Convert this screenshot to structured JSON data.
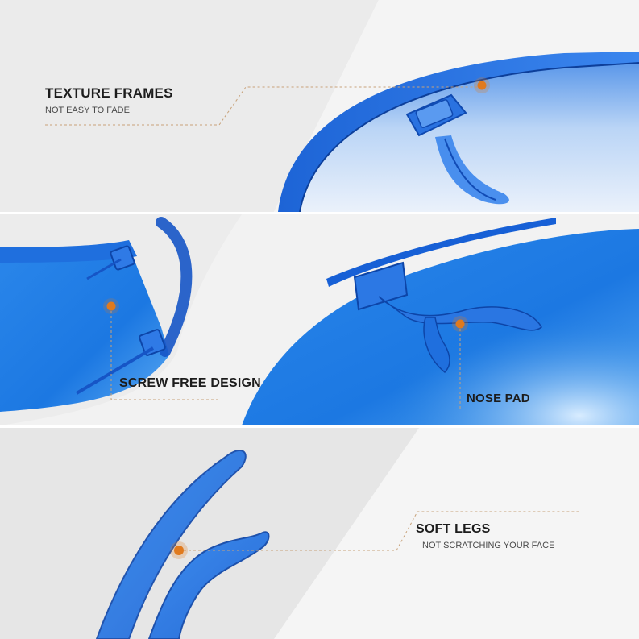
{
  "features": [
    {
      "title": "TEXTURE FRAMES",
      "subtitle": "NOT EASY TO FADE",
      "icon": "frame-hinge-icon"
    },
    {
      "title": "SCREW FREE DESIGN",
      "icon": "hinge-clip-icon"
    },
    {
      "title": "NOSE PAD",
      "icon": "nose-pad-icon"
    },
    {
      "title": "SOFT LEGS",
      "subtitle": "NOT SCRATCHING YOUR FACE",
      "icon": "temple-arm-icon"
    }
  ],
  "colors": {
    "lens_blue": "#1e7fe0",
    "frame_blue": "#1559c8",
    "accent_orange": "#e07a1e",
    "panel_gray": "#e9e9e9",
    "dashed_line": "#c8a27a"
  }
}
